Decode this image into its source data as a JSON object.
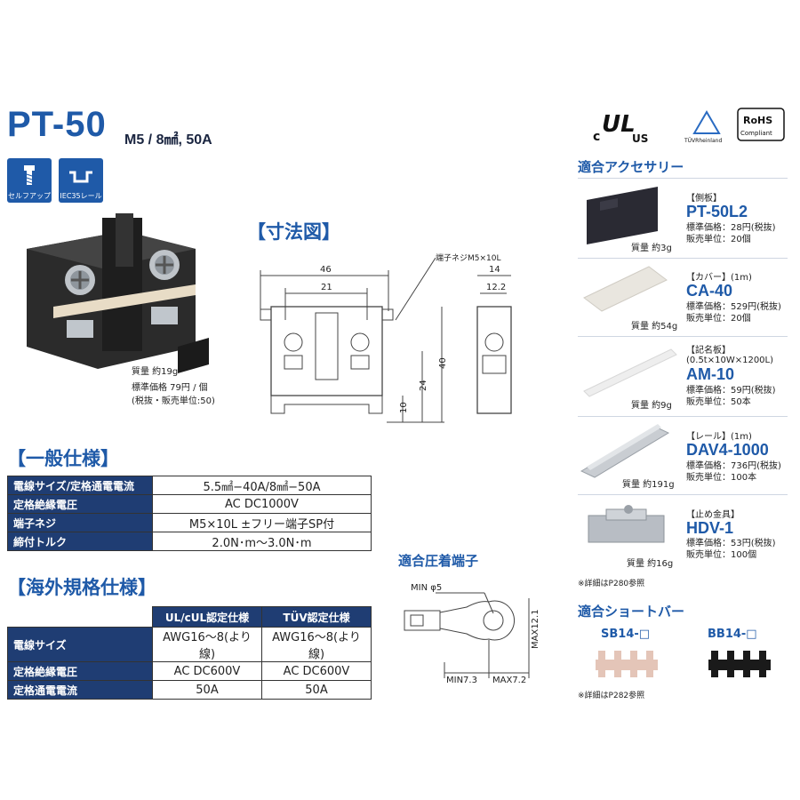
{
  "header": {
    "title": "PT-50",
    "subtitle": "M5 / 8㎟, 50A"
  },
  "features": [
    {
      "icon": "screw-icon",
      "label": "セルフアップ"
    },
    {
      "icon": "din-rail-icon",
      "label": "IEC35レール"
    }
  ],
  "certifications": [
    "cULus",
    "TÜV Rheinland",
    "RoHS Compliant"
  ],
  "cert_text": {
    "rohs_top": "RoHS",
    "rohs_bottom": "Compliant",
    "tuv": "TÜVRheinland",
    "ul_left": "c",
    "ul_right": "US"
  },
  "product": {
    "weight": "質量 約19g",
    "price": "標準価格 79円 / 個",
    "price_note": "(税抜・販売単位:50)"
  },
  "dimension": {
    "heading": "【寸法図】",
    "screw_label": "端子ネジM5×10L",
    "labels": [
      "46",
      "21",
      "14",
      "12.2",
      "40",
      "24",
      "10"
    ]
  },
  "general_spec": {
    "heading": "【一般仕様】",
    "rows": [
      {
        "label": "電線サイズ/定格通電電流",
        "value": "5.5㎟−40A/8㎟−50A"
      },
      {
        "label": "定格絶縁電圧",
        "value": "AC DC1000V"
      },
      {
        "label": "端子ネジ",
        "value": "M5×10L ±フリー端子SP付"
      },
      {
        "label": "締付トルク",
        "value": "2.0N･m〜3.0N･m"
      }
    ]
  },
  "overseas_spec": {
    "heading": "【海外規格仕様】",
    "columns": [
      "UL/cUL認定仕様",
      "TÜV認定仕様"
    ],
    "rows": [
      {
        "label": "電線サイズ",
        "ul": "AWG16〜8(より線)",
        "tuv": "AWG16〜8(より線)"
      },
      {
        "label": "定格絶縁電圧",
        "ul": "AC DC600V",
        "tuv": "AC DC600V"
      },
      {
        "label": "定格通電電流",
        "ul": "50A",
        "tuv": "50A"
      }
    ]
  },
  "crimp": {
    "heading": "適合圧着端子",
    "labels": {
      "min_hole": "MIN φ5",
      "max_width": "MAX12.1",
      "min_len": "MIN7.3",
      "max_len": "MAX7.2"
    }
  },
  "accessories": {
    "heading": "適合アクセサリー",
    "items": [
      {
        "category": "【側板】",
        "name": "PT-50L2",
        "price": "標準価格：28円(税抜)",
        "unit": "販売単位：20個",
        "weight": "質量 約3g"
      },
      {
        "category": "【カバー】(1m)",
        "name": "CA-40",
        "price": "標準価格：529円(税抜)",
        "unit": "販売単位：20個",
        "weight": "質量 約54g"
      },
      {
        "category": "【記名板】(0.5t×10W×1200L)",
        "name": "AM-10",
        "price": "標準価格：59円(税抜)",
        "unit": "販売単位：50本",
        "weight": "質量 約9g"
      },
      {
        "category": "【レール】(1m)",
        "name": "DAV4-1000",
        "price": "標準価格：736円(税抜)",
        "unit": "販売単位：100本",
        "weight": "質量 約191g"
      },
      {
        "category": "【止め金具】",
        "name": "HDV-1",
        "price": "標準価格：53円(税抜)",
        "unit": "販売単位：100個",
        "weight": "質量 約16g"
      }
    ],
    "note": "※詳細はP280参照"
  },
  "short_bar": {
    "heading": "適合ショートバー",
    "items": [
      {
        "name": "SB14-□",
        "color": "#e4c5b8"
      },
      {
        "name": "BB14-□",
        "color": "#1a1a1a"
      }
    ],
    "note": "※詳細はP282参照"
  },
  "colors": {
    "brand": "#1f5aa8",
    "table_header": "#1f3d73"
  }
}
